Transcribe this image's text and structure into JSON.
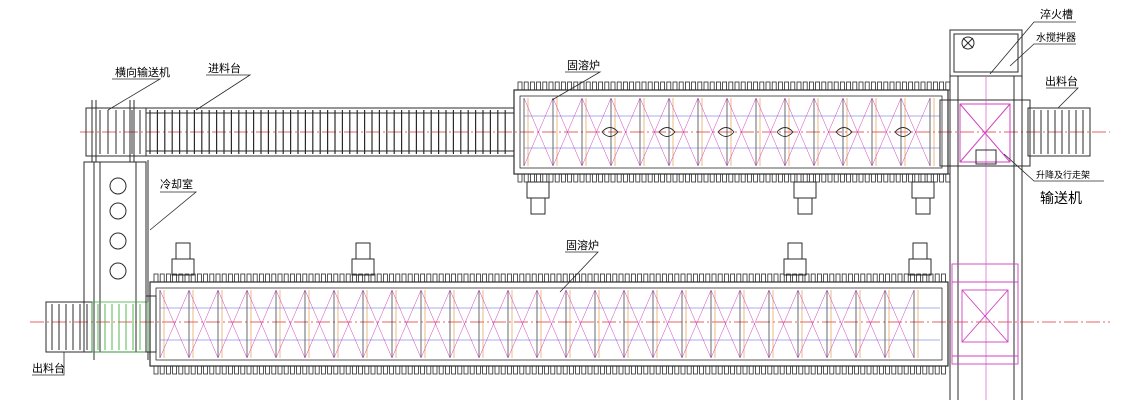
{
  "labels": {
    "cross_conveyor": "横向输送机",
    "feed_table_top": "进料台",
    "solution_furnace_top": "固溶炉",
    "quench_tank": "淬火槽",
    "agitator": "水搅拌器",
    "discharge_table_right": "出料台",
    "cooling_chamber": "冷却室",
    "lift_travel_frame": "升降及行走架",
    "conveyor": "输送机",
    "solution_furnace_bottom": "固溶炉",
    "discharge_table_left": "出料台"
  },
  "colors": {
    "line": "#2b2b2b",
    "red_axis": "#e03030",
    "magenta": "#d040c0",
    "orange": "#e08a30",
    "green": "#40b040",
    "blue": "#5060d0"
  }
}
